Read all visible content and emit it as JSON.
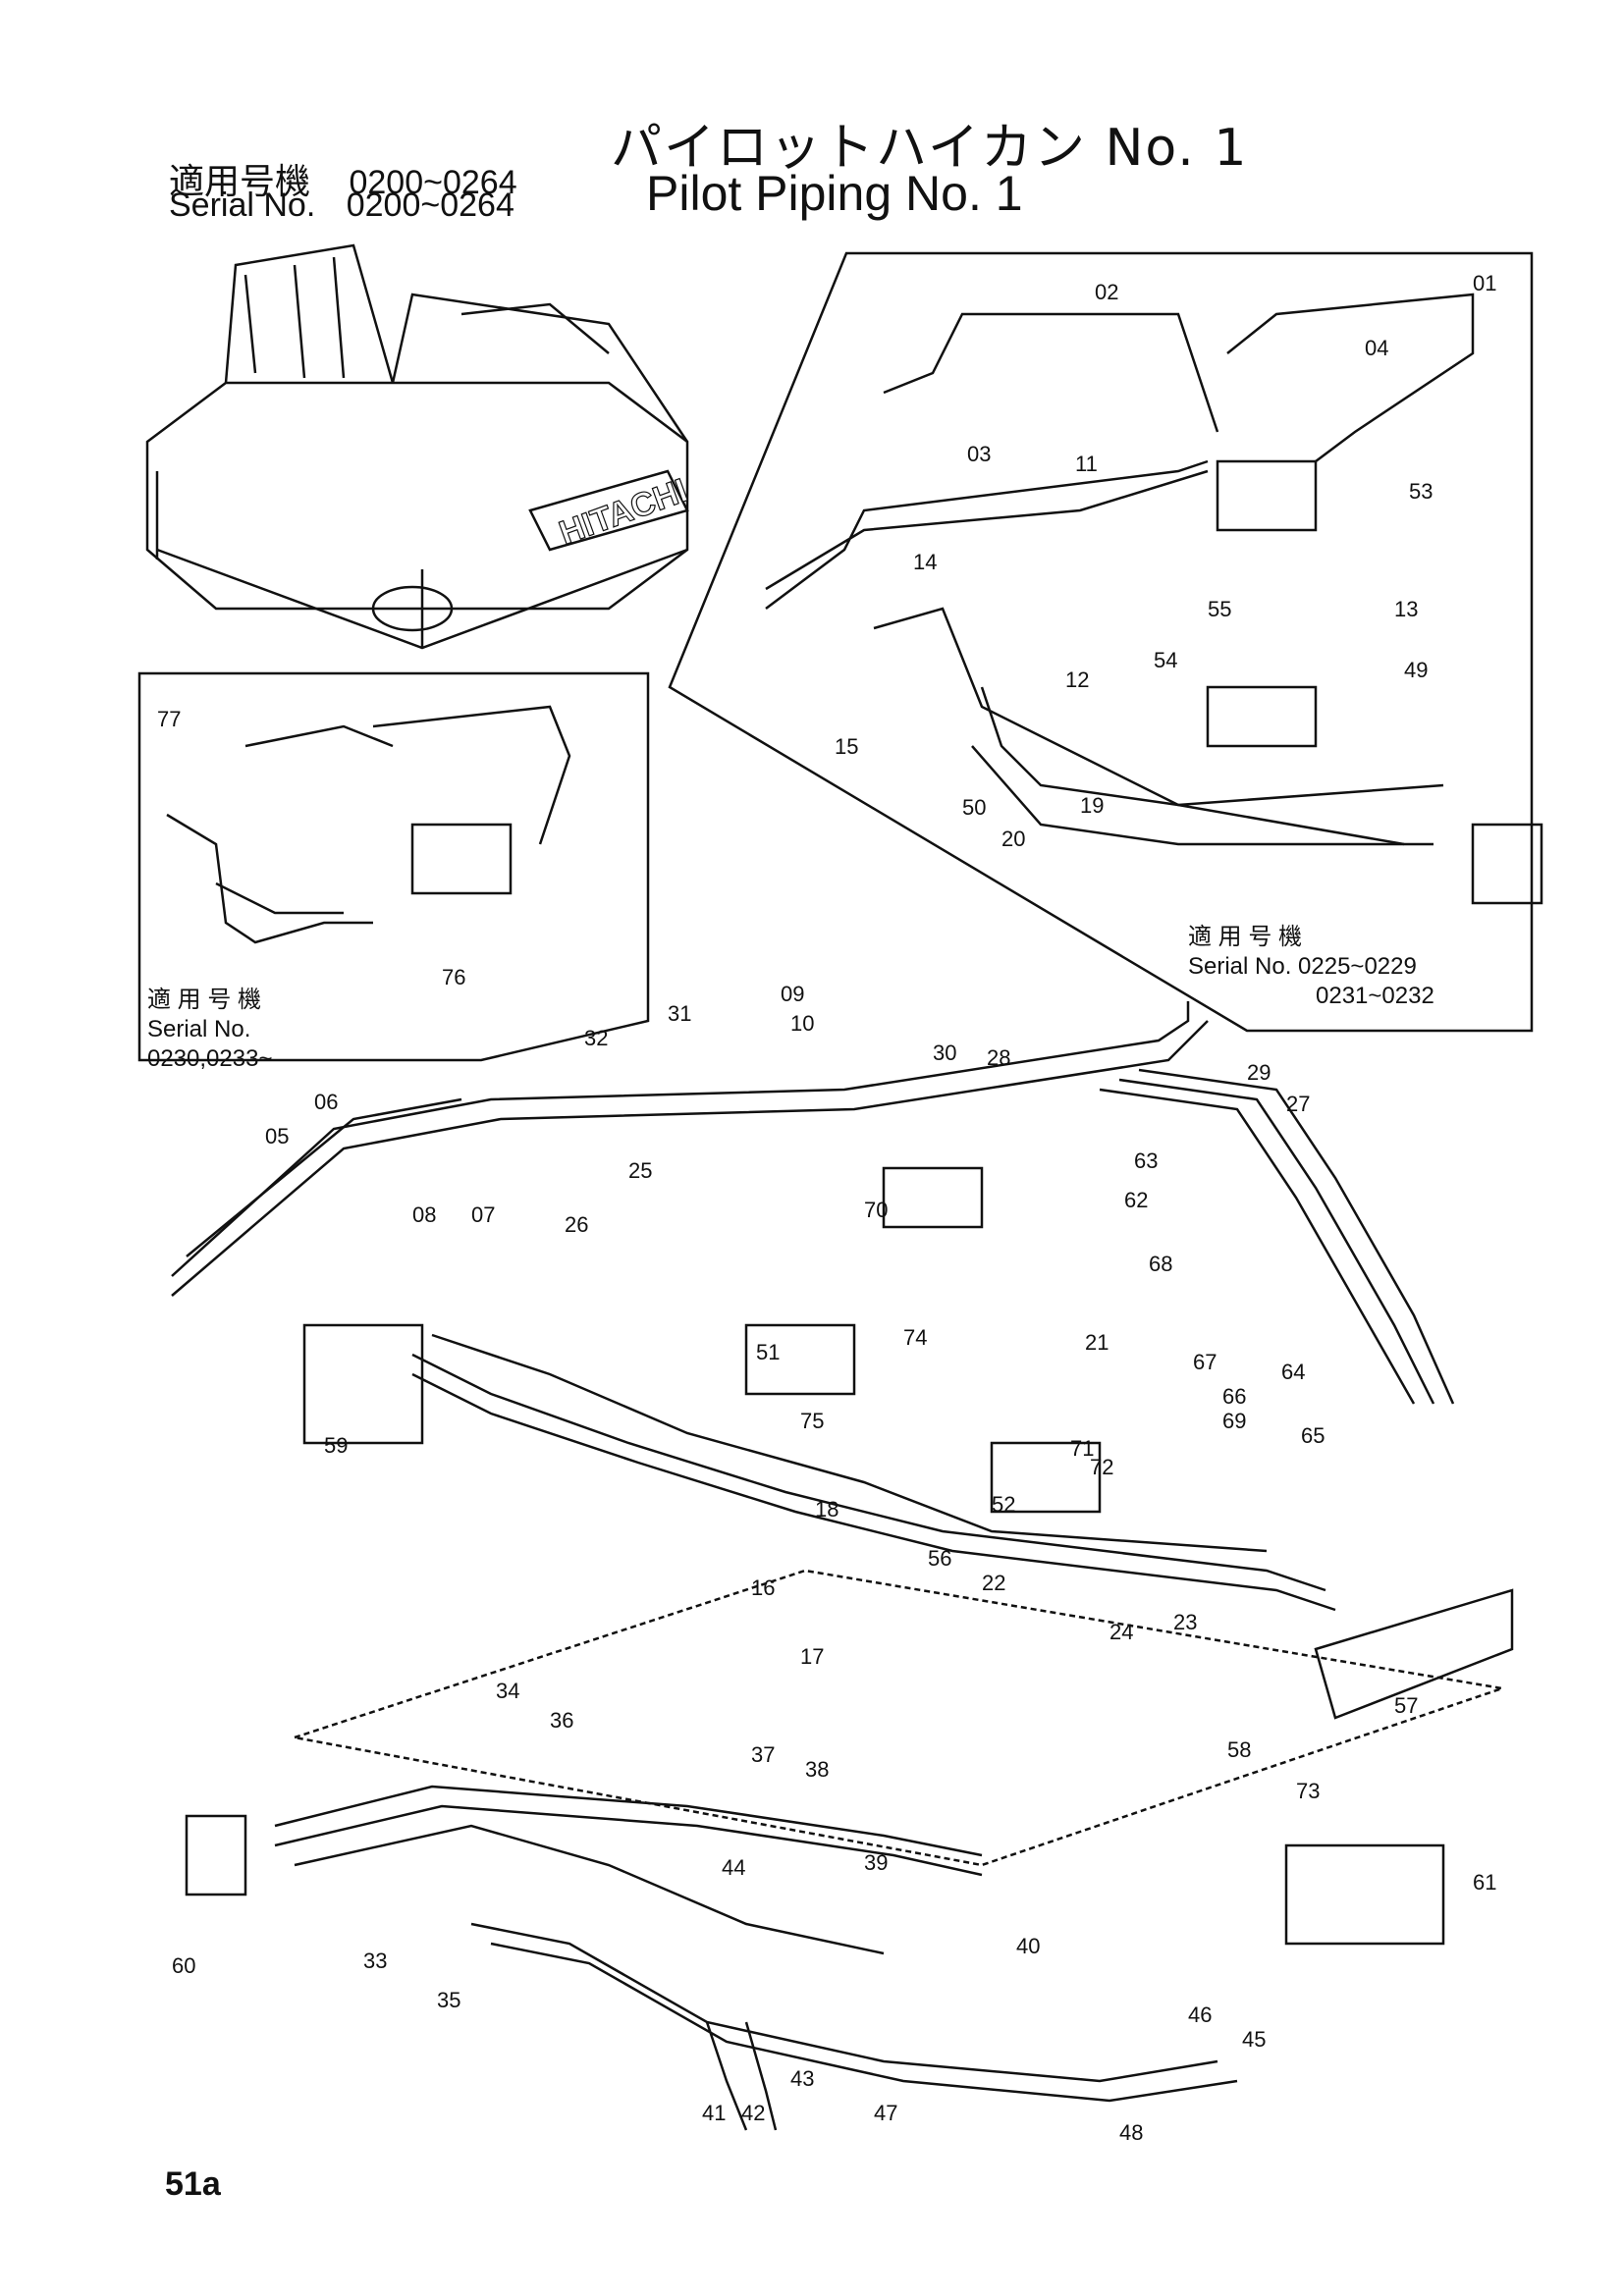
{
  "header": {
    "title_jp": "パイロットハイカン No. 1",
    "title_en": "Pilot Piping No. 1",
    "serial_label_jp": "適用号機",
    "serial_label_en": "Serial No.",
    "serial_range": "0200~0264"
  },
  "inset_left_note": {
    "label_jp": "適 用 号 機",
    "label_en": "Serial No.",
    "values": "0230,0233~"
  },
  "inset_right_note": {
    "label_jp": "適 用 号 機",
    "label_en": "Serial No. 0225~0229",
    "values": "0231~0232"
  },
  "machine_logo": "HITACHI",
  "page_number": "51a",
  "part_labels": [
    "01",
    "02",
    "03",
    "04",
    "05",
    "06",
    "07",
    "08",
    "09",
    "10",
    "11",
    "12",
    "13",
    "14",
    "15",
    "16",
    "17",
    "18",
    "19",
    "20",
    "21",
    "22",
    "23",
    "24",
    "25",
    "26",
    "27",
    "28",
    "29",
    "30",
    "31",
    "32",
    "33",
    "34",
    "35",
    "36",
    "37",
    "38",
    "39",
    "40",
    "41",
    "42",
    "43",
    "44",
    "45",
    "46",
    "47",
    "48",
    "49",
    "50",
    "51",
    "52",
    "53",
    "54",
    "55",
    "56",
    "57",
    "58",
    "59",
    "60",
    "61",
    "62",
    "63",
    "64",
    "65",
    "66",
    "67",
    "68",
    "69",
    "70",
    "71",
    "72",
    "73",
    "74",
    "75",
    "76",
    "77"
  ]
}
